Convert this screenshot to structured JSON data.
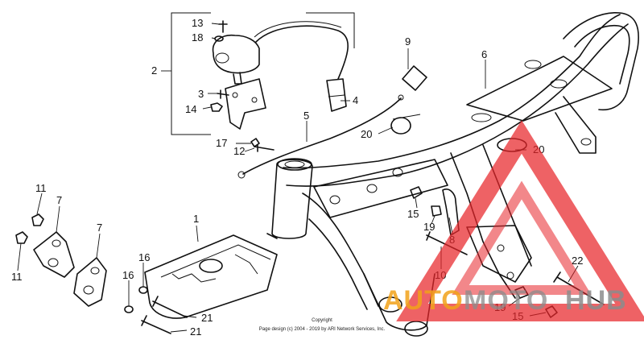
{
  "callouts": {
    "c1": "1",
    "c2": "2",
    "c3": "3",
    "c4": "4",
    "c5": "5",
    "c6": "6",
    "c7a": "7",
    "c7b": "7",
    "c8": "8",
    "c9": "9",
    "c10": "10",
    "c11a": "11",
    "c11b": "11",
    "c12": "12",
    "c13": "13",
    "c14": "14",
    "c15a": "15",
    "c15b": "15",
    "c16a": "16",
    "c16b": "16",
    "c17": "17",
    "c18": "18",
    "c19a": "19",
    "c19b": "19",
    "c20a": "20",
    "c20b": "20",
    "c21a": "21",
    "c21b": "21",
    "c22": "22"
  },
  "copyright": {
    "line1": "Copyright",
    "line2": "Page design (c) 2004 - 2019 by ARI Network Services, Inc."
  },
  "watermark": {
    "text_auto": "AUTO",
    "text_moto": "MOTO",
    "text_hub": "HUB",
    "colors": {
      "red": "#e8252a",
      "orange": "#f2a21a",
      "gray": "#8c8c8c"
    }
  }
}
